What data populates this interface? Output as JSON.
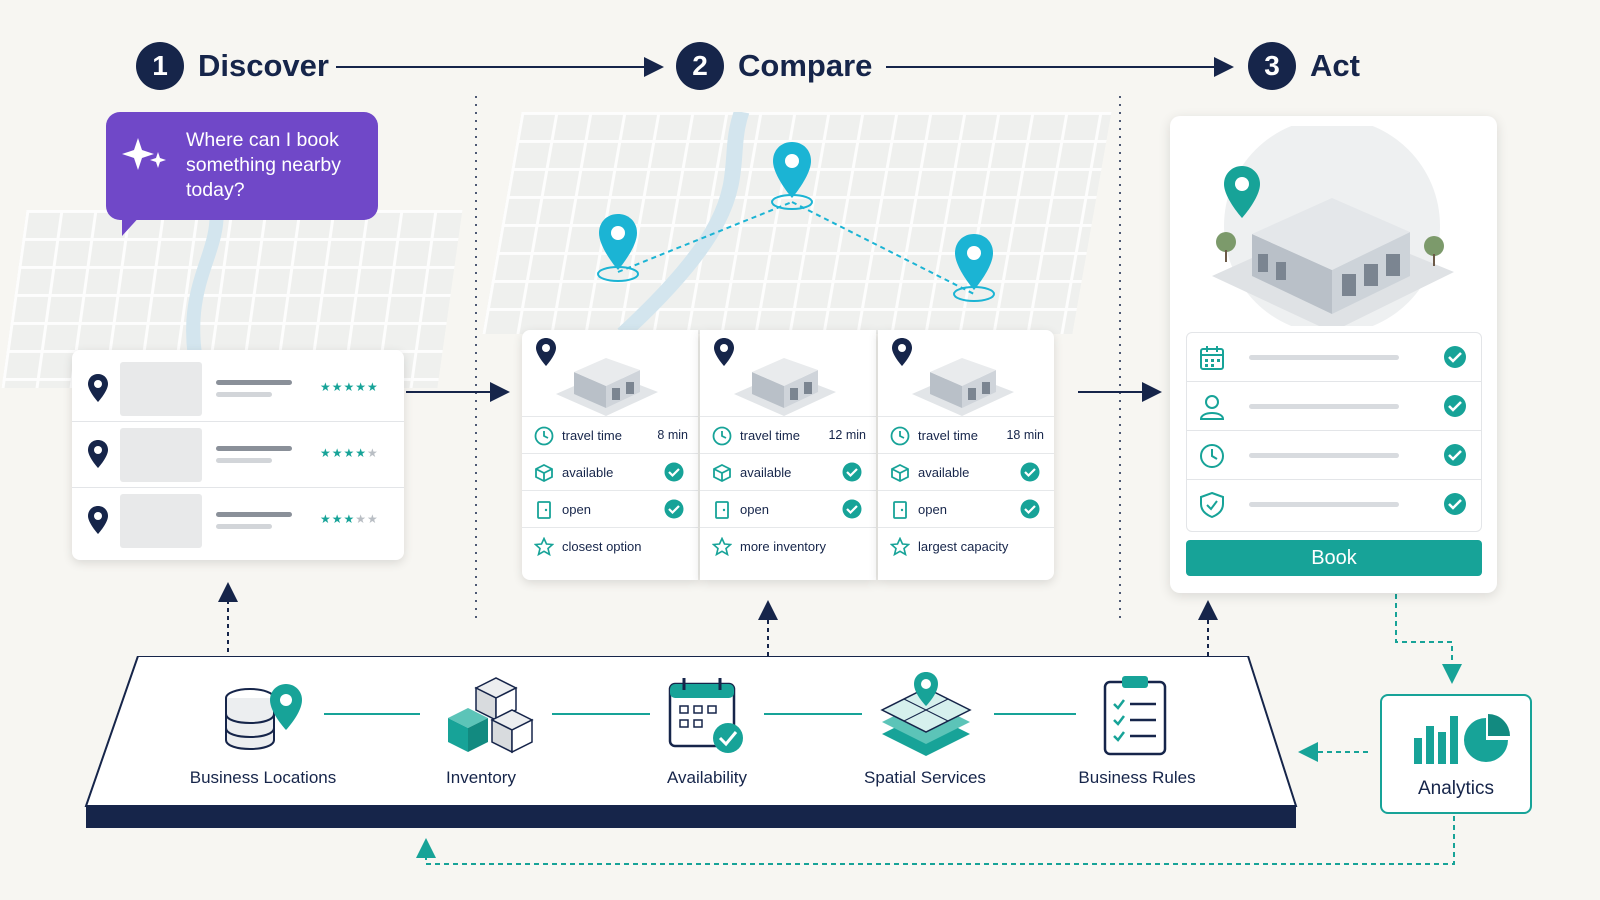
{
  "steps": [
    {
      "number": "1",
      "title": "Discover"
    },
    {
      "number": "2",
      "title": "Compare"
    },
    {
      "number": "3",
      "title": "Act"
    }
  ],
  "chat": {
    "text": "Where can I book something nearby today?"
  },
  "discover_list": [
    {
      "rating": 5,
      "stars": "★★★★★"
    },
    {
      "rating": 4,
      "stars_on": "★★★★",
      "stars_off": "★"
    },
    {
      "rating": 3,
      "stars_on": "★★★",
      "stars_off": "★★"
    }
  ],
  "compare_cards": [
    {
      "travel_label": "travel time",
      "travel_value": "8 min",
      "availability": "available",
      "status": "open",
      "highlight": "closest option"
    },
    {
      "travel_label": "travel time",
      "travel_value": "12 min",
      "availability": "available",
      "status": "open",
      "highlight": "more inventory"
    },
    {
      "travel_label": "travel time",
      "travel_value": "18 min",
      "availability": "available",
      "status": "open",
      "highlight": "largest capacity"
    }
  ],
  "act": {
    "rows": [
      {
        "icon": "calendar-icon"
      },
      {
        "icon": "user-icon"
      },
      {
        "icon": "clock-icon"
      },
      {
        "icon": "shield-check-icon"
      }
    ],
    "book_label": "Book"
  },
  "services": [
    {
      "label": "Business Locations",
      "icon": "database-pin-icon"
    },
    {
      "label": "Inventory",
      "icon": "boxes-icon"
    },
    {
      "label": "Availability",
      "icon": "calendar-check-icon"
    },
    {
      "label": "Spatial Services",
      "icon": "map-layers-icon"
    },
    {
      "label": "Business Rules",
      "icon": "clipboard-checklist-icon"
    }
  ],
  "analytics": {
    "label": "Analytics",
    "icon": "chart-icon"
  },
  "colors": {
    "navy": "#16254a",
    "teal": "#17a398",
    "purple": "#7048c8",
    "pin_cyan": "#1bb4d4"
  }
}
